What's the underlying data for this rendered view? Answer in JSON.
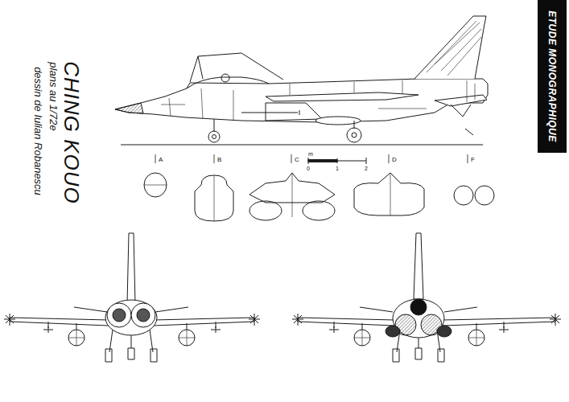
{
  "diagram": {
    "title": "CHING KOUO",
    "nodes": [
      {
        "text": [
          "ETUDE MONOGRAPHIQUE"
        ]
      }
    ],
    "labels": [
      "plans au 1/72e",
      "dessin de Iulian Robanescu",
      "A",
      "B",
      "C",
      "D",
      "F",
      "m",
      "0",
      "1",
      "2"
    ]
  }
}
